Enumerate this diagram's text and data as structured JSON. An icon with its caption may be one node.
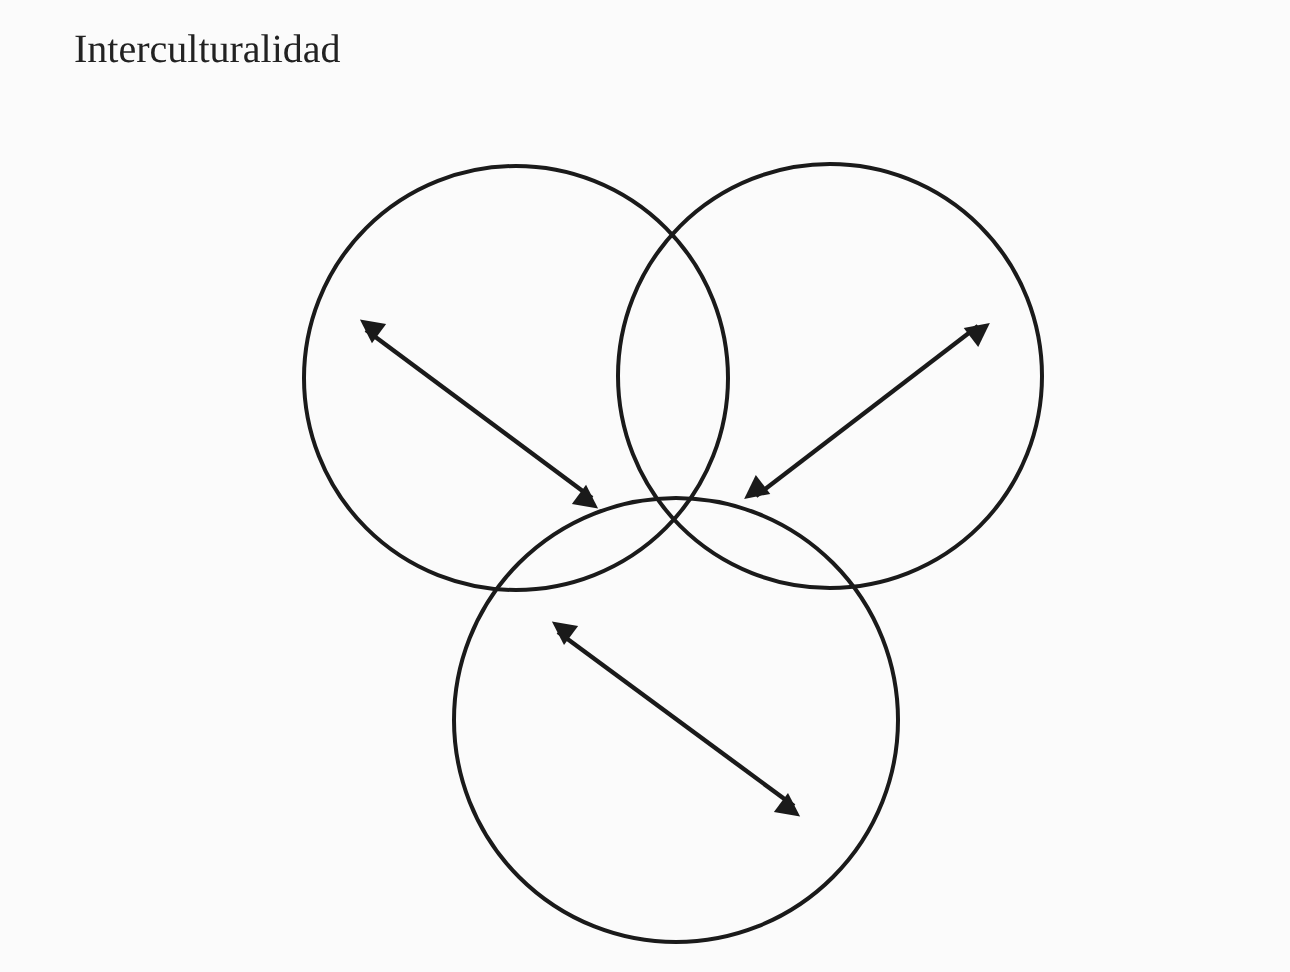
{
  "diagram": {
    "title": "Interculturalidad",
    "nodes": [
      {
        "text": [],
        "shape": "circle"
      },
      {
        "text": [],
        "shape": "circle"
      },
      {
        "text": [],
        "shape": "circle"
      }
    ],
    "edges": [
      {
        "from": 0,
        "to": 2,
        "arrow": "both"
      },
      {
        "from": 1,
        "to": 2,
        "arrow": "both"
      }
    ]
  }
}
